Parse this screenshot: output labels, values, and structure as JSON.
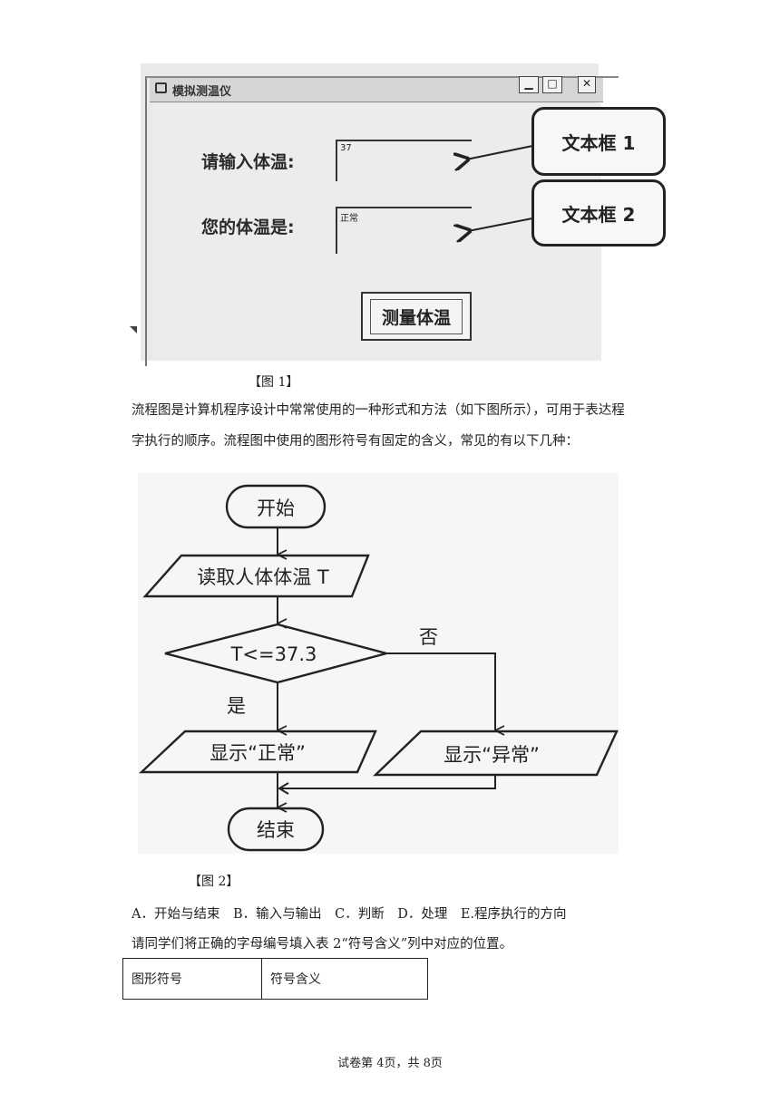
{
  "figure1": {
    "window_title": "模拟测温仪",
    "window_buttons": [
      "▁",
      "□",
      "✕"
    ],
    "label_input": "请输入体温:",
    "textbox1_value": "37",
    "label_output": "您的体温是:",
    "textbox2_value": "正常",
    "callout1": "文本框 1",
    "callout2": "文本框 2",
    "button_label": "测量体温",
    "caption": "【图 1】"
  },
  "intro_lines": [
    "流程图是计算机程序设计中常常使用的一种形式和方法（如下图所示），可用于表达程",
    "字执行的顺序。流程图中使用的图形符号有固定的含义，常见的有以下几种："
  ],
  "figure2": {
    "start": "开始",
    "input": "读取人体体温 T",
    "decision": "T<=37.3",
    "yes": "是",
    "no": "否",
    "out_normal": "显示“正常”",
    "out_abnormal": "显示“异常”",
    "end": "结束",
    "caption": "【图 2】"
  },
  "options": "A．开始与结束　B．输入与输出　C．判断　D．处理　E.程序执行的方向",
  "instruction": "请同学们将正确的字母编号填入表 2“符号含义”列中对应的位置。",
  "table": {
    "headers": [
      "图形符号",
      "符号含义"
    ]
  },
  "footer": "试卷第 4页，共 8页"
}
